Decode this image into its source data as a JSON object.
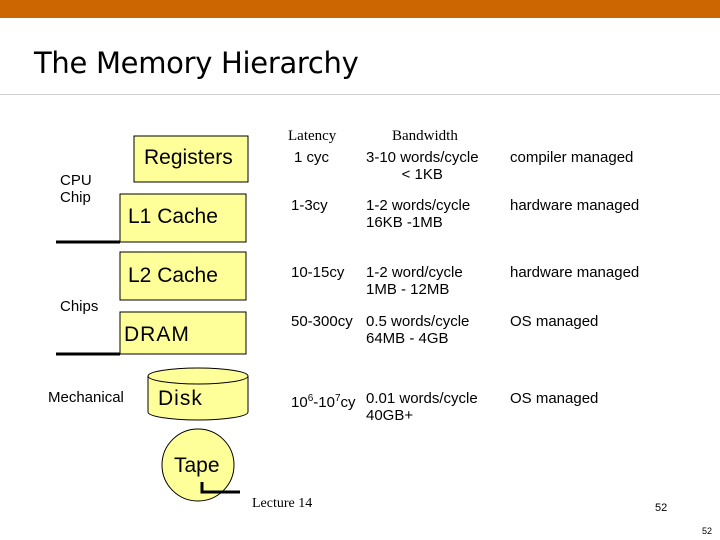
{
  "slide": {
    "title": "The Memory Hierarchy",
    "footer": "Lecture 14",
    "page_number": "52",
    "corner_number": "52"
  },
  "columns": {
    "latency": "Latency",
    "bandwidth": "Bandwidth"
  },
  "groups": {
    "cpu_chip_line1": "CPU",
    "cpu_chip_line2": "Chip",
    "chips": "Chips",
    "mechanical": "Mechanical"
  },
  "levels": [
    {
      "name": "Registers",
      "latency": "1 cyc",
      "bandwidth_line1": "3-10 words/cycle",
      "bandwidth_line2": "< 1KB",
      "management": "compiler managed"
    },
    {
      "name": "L1 Cache",
      "latency": "1-3cy",
      "bandwidth_line1": "1-2 words/cycle",
      "bandwidth_line2": "16KB -1MB",
      "management": "hardware managed"
    },
    {
      "name": "L2 Cache",
      "latency": "10-15cy",
      "bandwidth_line1": "1-2 word/cycle",
      "bandwidth_line2": "1MB - 12MB",
      "management": "hardware managed"
    },
    {
      "name": "DRAM",
      "latency": "50-300cy",
      "bandwidth_line1": "0.5 words/cycle",
      "bandwidth_line2": "64MB - 4GB",
      "management": "OS managed"
    },
    {
      "name": "Disk",
      "latency_base1": "10",
      "latency_exp1": "6",
      "latency_sep": "-10",
      "latency_exp2": "7",
      "latency_unit": "cy",
      "bandwidth_line1": "0.01 words/cycle",
      "bandwidth_line2": "40GB+",
      "management": "OS managed"
    },
    {
      "name": "Tape"
    }
  ],
  "colors": {
    "top_bar": "#cc6600",
    "box_fill": "#ffff99"
  }
}
